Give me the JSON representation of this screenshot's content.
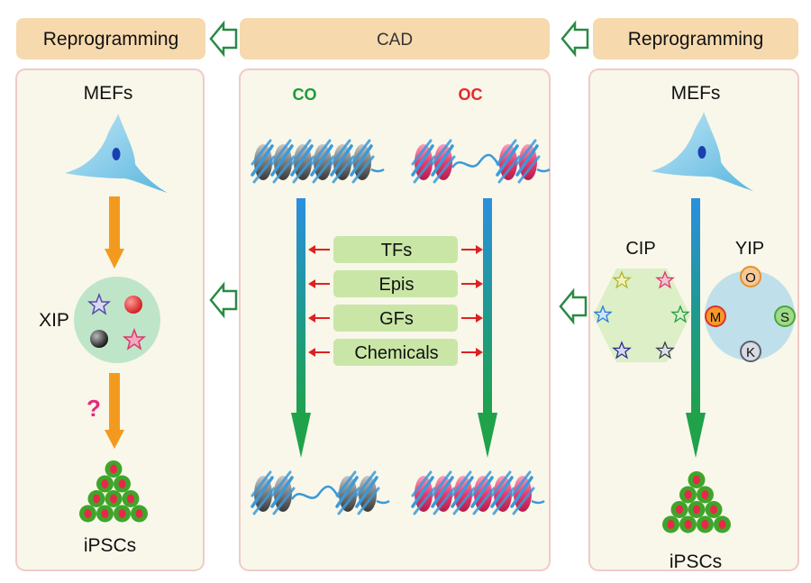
{
  "headers": {
    "left": "Reprogramming",
    "center": "CAD",
    "right": "Reprogramming"
  },
  "left_panel": {
    "top_label": "MEFs",
    "group_label": "XIP",
    "question": "?",
    "bottom_label": "iPSCs"
  },
  "center_panel": {
    "label_left": "CO",
    "label_right": "OC",
    "factors": [
      "TFs",
      "Epis",
      "GFs",
      "Chemicals"
    ]
  },
  "right_panel": {
    "top_label": "MEFs",
    "cip_label": "CIP",
    "yip_label": "YIP",
    "yip_factors": [
      "O",
      "S",
      "K",
      "M"
    ],
    "bottom_label": "iPSCs"
  },
  "colors": {
    "header_fill": "#f7d9ae",
    "panel_fill": "#f8f7ea",
    "panel_stroke": "#f2c9c9",
    "cell_blue": "#7cc8e8",
    "orange_arrow": "#f39a1e",
    "green_arrow": "#1fa24a",
    "blue_shaft": "#2a90d8",
    "red_arrow": "#e02020",
    "pink_nucleosome": "#ec4c7c",
    "grey_nucleosome": "#6f6f6f",
    "dna_blue": "#3a9ad9",
    "factor_box": "#c9e6a6",
    "co_green": "#1f9a3a",
    "oc_red": "#e52828",
    "xip_circle": "#bfe5c9",
    "hexagon": "#dcefc6",
    "yip_circle": "#bfe0ea"
  }
}
